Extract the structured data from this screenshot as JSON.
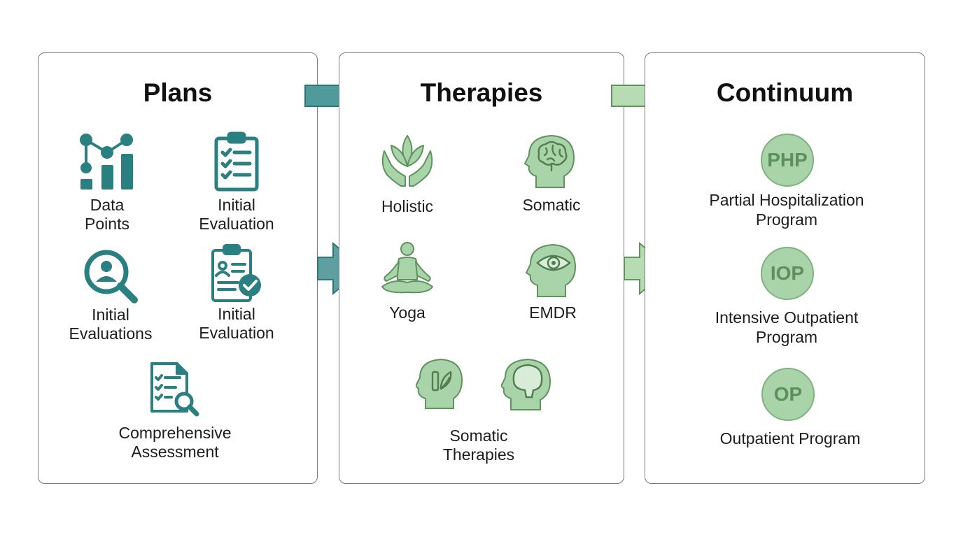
{
  "colors": {
    "teal": "#2a7f80",
    "green_fill": "#a9d3a9",
    "green_stroke": "#6c9e6c",
    "badge_text": "#5d8e5d"
  },
  "plans": {
    "title": "Plans",
    "items": [
      {
        "label": "Data\nPoints",
        "icon": "data-points-chart-icon"
      },
      {
        "label": "Initial\nEvaluation",
        "icon": "clipboard-checklist-icon"
      },
      {
        "label": "Initial\nEvaluations",
        "icon": "magnifier-person-icon"
      },
      {
        "label": "Initial\nEvaluation",
        "icon": "clipboard-profile-check-icon"
      },
      {
        "label": "Comprehensive\nAssessment",
        "icon": "document-search-icon"
      }
    ]
  },
  "therapies": {
    "title": "Therapies",
    "items": [
      {
        "label": "Holistic",
        "icon": "lotus-hands-icon"
      },
      {
        "label": "Somatic",
        "icon": "head-brain-icon"
      },
      {
        "label": "Yoga",
        "icon": "meditation-pose-icon"
      },
      {
        "label": "EMDR",
        "icon": "head-eye-icon"
      }
    ],
    "bottom_label": "Somatic\nTherapies",
    "bottom_icons": [
      "head-plants-icon",
      "head-brain-outline-icon"
    ]
  },
  "continuum": {
    "title": "Continuum",
    "programs": [
      {
        "badge": "PHP",
        "label": "Partial Hospitalization\nProgram"
      },
      {
        "badge": "IOP",
        "label": "Intensive Outpatient\nProgram"
      },
      {
        "badge": "OP",
        "label": "Outpatient Program"
      }
    ]
  }
}
